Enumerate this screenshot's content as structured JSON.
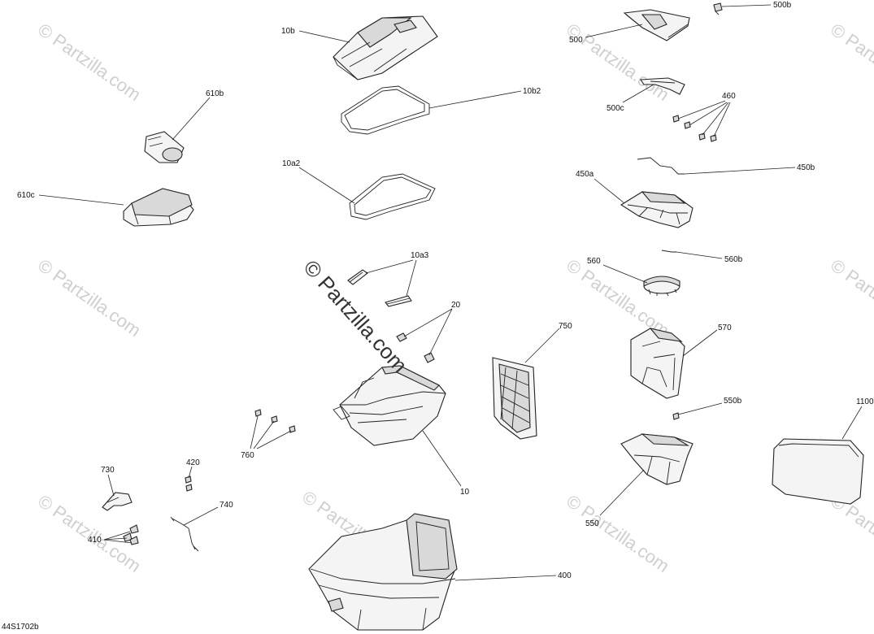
{
  "diagram": {
    "code": "44S1702b",
    "watermark_text": "© Partzilla.com",
    "labels": {
      "p10b": "10b",
      "p10b2": "10b2",
      "p10a2": "10a2",
      "p10a3": "10a3",
      "p20": "20",
      "p10": "10",
      "p610b": "610b",
      "p610c": "610c",
      "p500": "500",
      "p500b": "500b",
      "p500c": "500c",
      "p460": "460",
      "p450a": "450a",
      "p450b": "450b",
      "p560": "560",
      "p560b": "560b",
      "p570": "570",
      "p750": "750",
      "p550b": "550b",
      "p1100": "1100",
      "p550": "550",
      "p760": "760",
      "p730": "730",
      "p420": "420",
      "p740": "740",
      "p410": "410",
      "p400": "400"
    }
  }
}
